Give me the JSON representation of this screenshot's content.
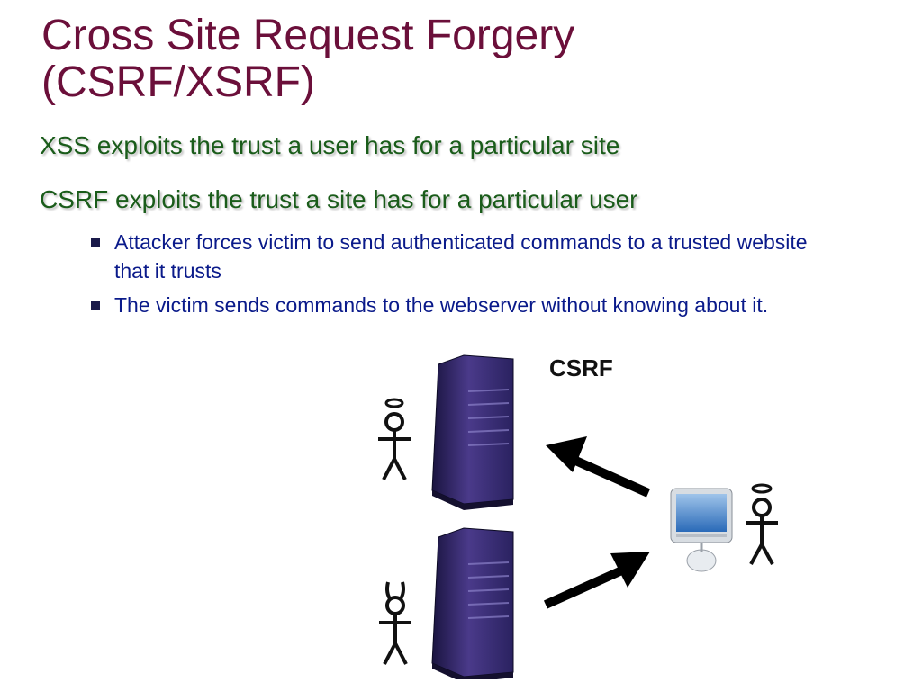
{
  "slide": {
    "title_lines": [
      "Cross Site Request Forgery",
      "(CSRF/XSRF)"
    ],
    "headings": [
      "XSS exploits the trust a user has for a particular site",
      "CSRF exploits the trust a site has for a particular user"
    ],
    "bullets": [
      "Attacker forces victim to send authenticated commands to a trusted website that it trusts",
      "The victim sends commands to the webserver without knowing about it."
    ]
  },
  "diagram": {
    "label": "CSRF"
  },
  "colors": {
    "title": "#6b0f3a",
    "heading": "#1a5c1a",
    "bullet_text": "#0a1a8a"
  },
  "icons": [
    "server-icon",
    "angel-stick-figure-icon",
    "devil-stick-figure-icon",
    "computer-icon",
    "arrow-icon"
  ]
}
